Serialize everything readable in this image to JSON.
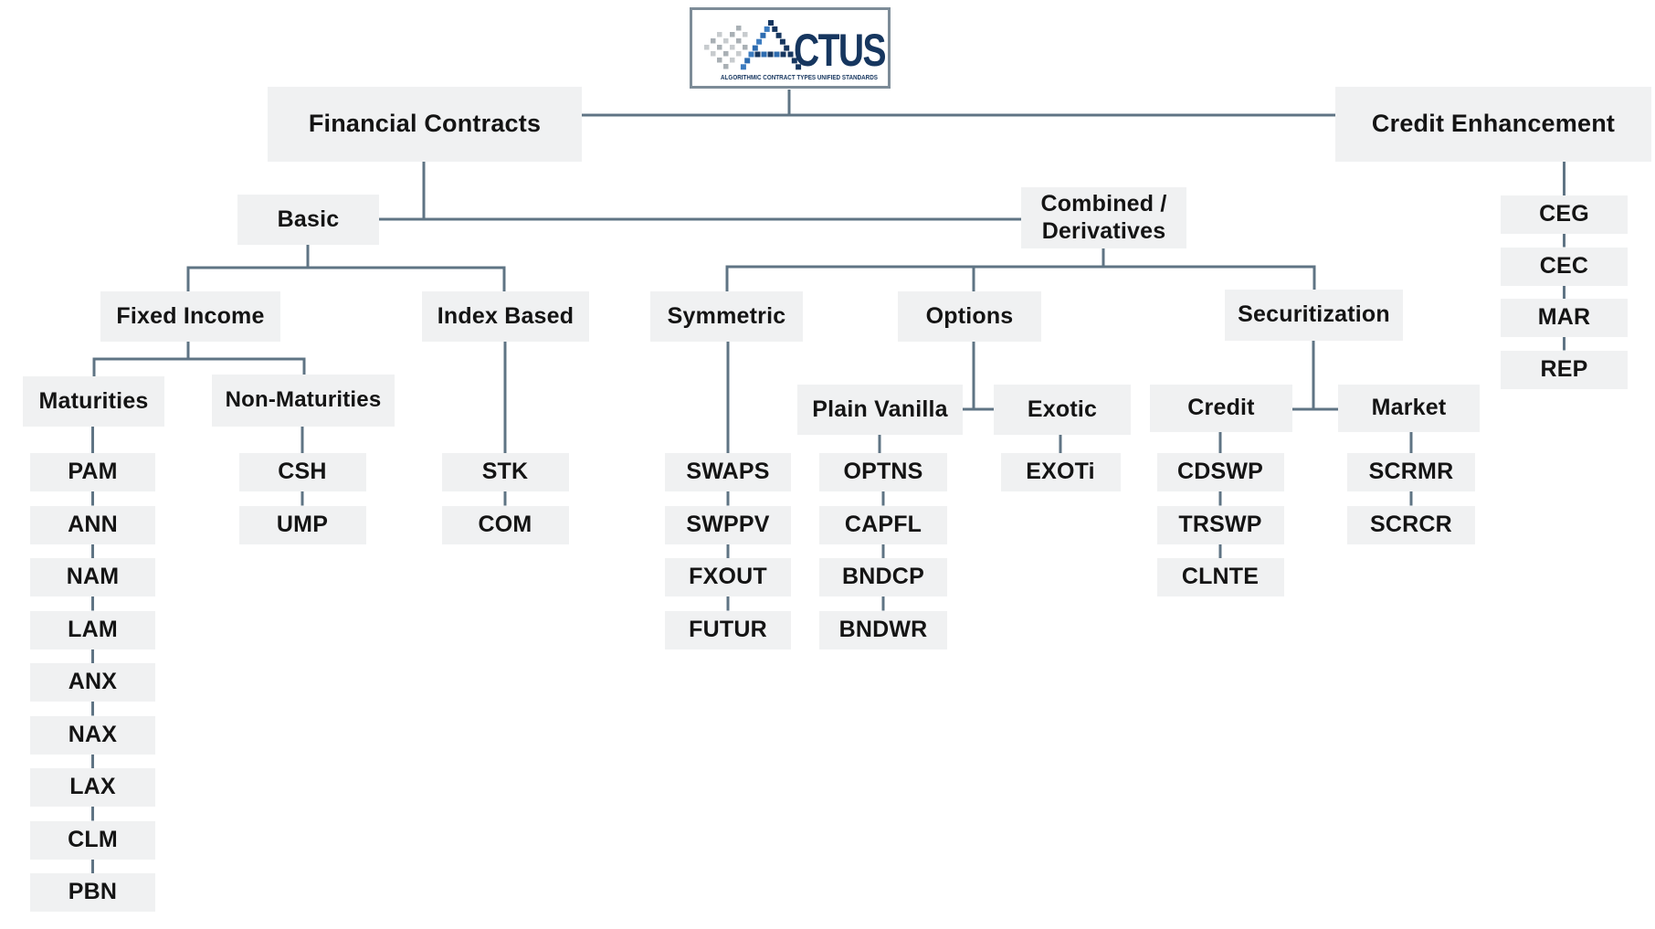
{
  "logo": {
    "title": "ACTUS",
    "wordmark_tail": "CTUS",
    "tagline": "ALGORITHMIC CONTRACT TYPES UNIFIED STANDARDS"
  },
  "colors": {
    "box_fill": "#f0f1f2",
    "connector_line": "#5f7484",
    "label_text": "#141414",
    "logo_navy": "#16365f",
    "logo_blue": "#2d6cb0",
    "logo_border": "#7d8c98"
  },
  "nodes": {
    "financial_contracts": {
      "label": "Financial Contracts"
    },
    "credit_enhancement": {
      "label": "Credit Enhancement"
    },
    "basic": {
      "label": "Basic"
    },
    "combined_derivatives": {
      "label": "Combined / Derivatives"
    },
    "fixed_income": {
      "label": "Fixed Income"
    },
    "index_based": {
      "label": "Index Based"
    },
    "maturities": {
      "label": "Maturities"
    },
    "non_maturities": {
      "label": "Non-Maturities"
    },
    "symmetric": {
      "label": "Symmetric"
    },
    "options": {
      "label": "Options"
    },
    "securitization": {
      "label": "Securitization"
    },
    "plain_vanilla": {
      "label": "Plain Vanilla"
    },
    "exotic": {
      "label": "Exotic"
    },
    "credit": {
      "label": "Credit"
    },
    "market": {
      "label": "Market"
    },
    "pam": {
      "label": "PAM"
    },
    "ann": {
      "label": "ANN"
    },
    "nam": {
      "label": "NAM"
    },
    "lam": {
      "label": "LAM"
    },
    "anx": {
      "label": "ANX"
    },
    "nax": {
      "label": "NAX"
    },
    "lax": {
      "label": "LAX"
    },
    "clm": {
      "label": "CLM"
    },
    "pbn": {
      "label": "PBN"
    },
    "csh": {
      "label": "CSH"
    },
    "ump": {
      "label": "UMP"
    },
    "stk": {
      "label": "STK"
    },
    "com": {
      "label": "COM"
    },
    "swaps": {
      "label": "SWAPS"
    },
    "swppv": {
      "label": "SWPPV"
    },
    "fxout": {
      "label": "FXOUT"
    },
    "futur": {
      "label": "FUTUR"
    },
    "optns": {
      "label": "OPTNS"
    },
    "capfl": {
      "label": "CAPFL"
    },
    "bndcp": {
      "label": "BNDCP"
    },
    "bndwr": {
      "label": "BNDWR"
    },
    "exoti": {
      "label": "EXOTi"
    },
    "cdswp": {
      "label": "CDSWP"
    },
    "trswp": {
      "label": "TRSWP"
    },
    "clnte": {
      "label": "CLNTE"
    },
    "scrmr": {
      "label": "SCRMR"
    },
    "scrcr": {
      "label": "SCRCR"
    },
    "ceg": {
      "label": "CEG"
    },
    "cec": {
      "label": "CEC"
    },
    "mar": {
      "label": "MAR"
    },
    "rep": {
      "label": "REP"
    }
  },
  "hierarchy": {
    "actus": {
      "financial_contracts": {
        "basic": {
          "fixed_income": {
            "maturities": [
              "pam",
              "ann",
              "nam",
              "lam",
              "anx",
              "nax",
              "lax",
              "clm",
              "pbn"
            ],
            "non_maturities": [
              "csh",
              "ump"
            ]
          },
          "index_based": [
            "stk",
            "com"
          ]
        },
        "combined_derivatives": {
          "symmetric": [
            "swaps",
            "swppv",
            "fxout",
            "futur"
          ],
          "options": {
            "plain_vanilla": [
              "optns",
              "capfl",
              "bndcp",
              "bndwr"
            ],
            "exotic": [
              "exoti"
            ]
          },
          "securitization": {
            "credit": [
              "cdswp",
              "trswp",
              "clnte"
            ],
            "market": [
              "scrmr",
              "scrcr"
            ]
          }
        }
      },
      "credit_enhancement": [
        "ceg",
        "cec",
        "mar",
        "rep"
      ]
    }
  }
}
